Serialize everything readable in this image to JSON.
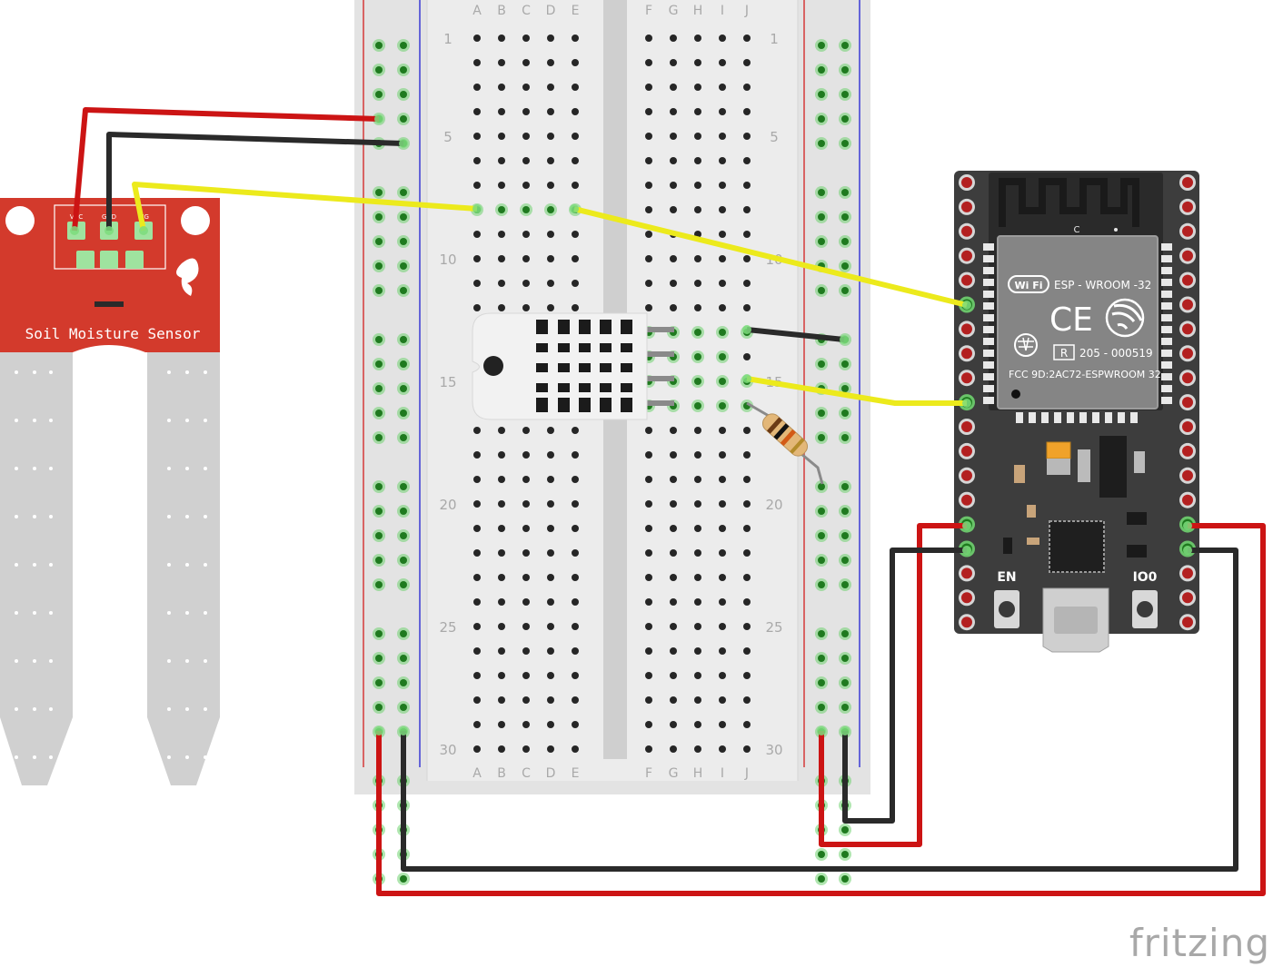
{
  "breadboard": {
    "columns_left": [
      "A",
      "B",
      "C",
      "D",
      "E"
    ],
    "columns_right": [
      "F",
      "G",
      "H",
      "I",
      "J"
    ],
    "row_markers": [
      "1",
      "5",
      "10",
      "15",
      "20",
      "25",
      "30"
    ]
  },
  "soil_sensor": {
    "label": "Soil Moisture Sensor",
    "pin_vcc": "VCC",
    "pin_gnd": "GND",
    "pin_sig": "SIG"
  },
  "esp32": {
    "module_name": "ESP - WROOM -32",
    "wifi_badge": "Wi Fi",
    "ce_mark": "CE",
    "reg_mark": "R",
    "reg_number": "205 - 000519",
    "fcc_id": "FCC 9D:2AC72-ESPWROOM 32",
    "antenna_mark": "C",
    "button_en": "EN",
    "button_io0": "IO0"
  },
  "watermark": "fritzing",
  "colors": {
    "wire_red": "#cc1414",
    "wire_black": "#2a2a2a",
    "wire_yellow": "#ecea1c",
    "board_red": "#d33a2c",
    "esp_board": "#3d3d3d",
    "breadboard": "#e4e4e4",
    "pin_green": "#6fd16f"
  }
}
